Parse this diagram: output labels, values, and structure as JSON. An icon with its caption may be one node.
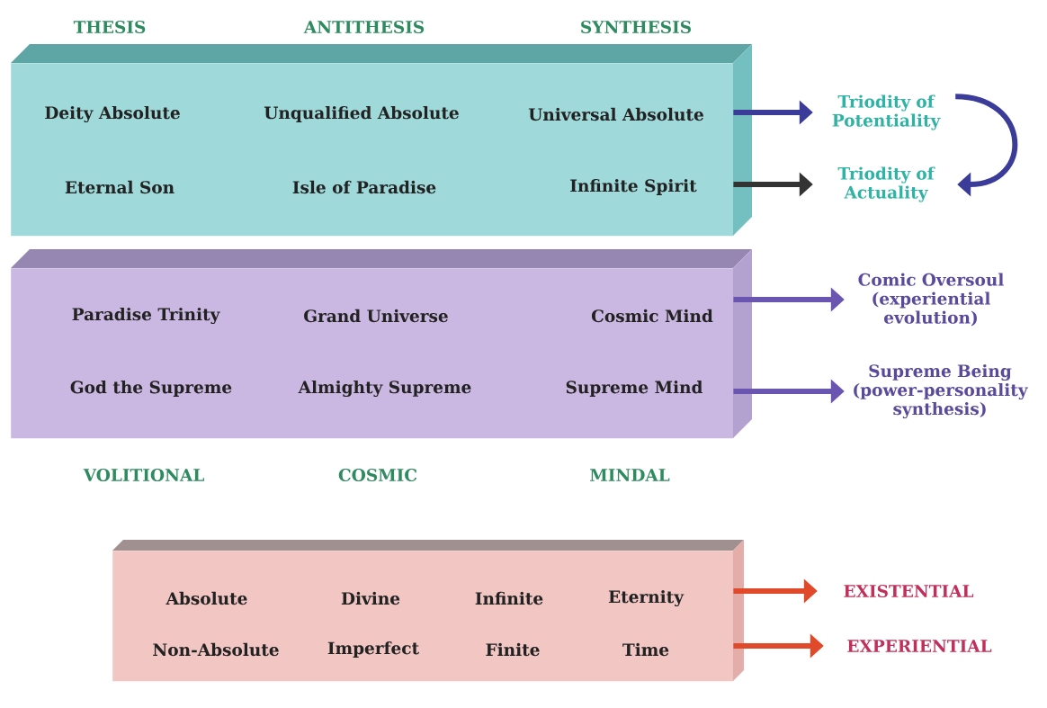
{
  "diagram": {
    "nodes": [
      {
        "text": [
          "Deity Absolute",
          "Unqualified Absolute",
          "Universal Absolute",
          "Eternal Son",
          "Isle of Paradise",
          "Infinite Spirit"
        ]
      },
      {
        "text": [
          "Triodity of Potentiality"
        ]
      },
      {
        "text": [
          "Triodity of Actuality"
        ]
      },
      {
        "text": [
          "Paradise Trinity",
          "Grand Universe",
          "Cosmic Mind",
          "God the Supreme",
          "Almighty Supreme",
          "Supreme Mind"
        ]
      },
      {
        "text": [
          "Comic Oversoul (experiential evolution)"
        ]
      },
      {
        "text": [
          "Supreme Being (power-personality synthesis)"
        ]
      },
      {
        "text": [
          "Absolute",
          "Divine",
          "Infinite",
          "Eternity",
          "Non-Absolute",
          "Imperfect",
          "Finite",
          "Time"
        ]
      },
      {
        "text": [
          "EXISTENTIAL"
        ]
      },
      {
        "text": [
          "EXPERIENTIAL"
        ]
      }
    ],
    "edges": [
      {
        "from": 0,
        "to": 1,
        "arrow": "to",
        "color": "#3b3b9a"
      },
      {
        "from": 0,
        "to": 2,
        "arrow": "to",
        "color": "#333333"
      },
      {
        "from": 1,
        "to": 2,
        "arrow": "to",
        "color": "#3b3b9a"
      },
      {
        "from": 3,
        "to": 4,
        "arrow": "to",
        "color": "#6a55b0"
      },
      {
        "from": 3,
        "to": 5,
        "arrow": "to",
        "color": "#6a55b0"
      },
      {
        "from": 6,
        "to": 7,
        "arrow": "to",
        "color": "#e04a2a"
      },
      {
        "from": 6,
        "to": 8,
        "arrow": "to",
        "color": "#e04a2a"
      }
    ],
    "labels": [
      "THESIS",
      "ANTITHESIS",
      "SYNTHESIS",
      "VOLITIONAL",
      "COSMIC",
      "MINDAL"
    ]
  }
}
